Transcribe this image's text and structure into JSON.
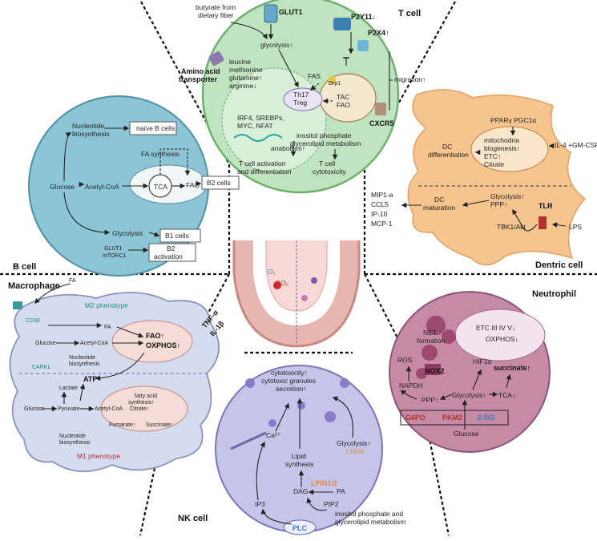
{
  "colors": {
    "bcell": "#8cc6d6",
    "tcell": "#bfe4bf",
    "dc": "#f6c48e",
    "neutrophil": "#c68aa6",
    "nkcell": "#c7c4ea",
    "macrophage": "#d6dcf0",
    "orange_text": "#e08a3c",
    "red_text": "#c2302a",
    "teal_text": "#1a8a7a",
    "blue_text": "#2f7fc0"
  },
  "sections": {
    "tcell": "T cell",
    "bcell": "B cell",
    "dc": "Dentric cell",
    "neutrophil": "Neutrophil",
    "macrophage": "Macrophage",
    "nkcell": "NK cell"
  },
  "tcell": {
    "butyrate": "butyrate from",
    "dietary": "dietary fiber",
    "glut1": "GLUT1",
    "p2y11": "P2Y11↓",
    "p2x4": "P2X4↑",
    "glycolysis": "glycolysis↑",
    "aa_transporter": "Amino acid",
    "aa_transporter2": "transporter",
    "leucine": "leucine",
    "methionine": "methionine",
    "glutamine": "glutamine↑",
    "arginine": "arginine↓",
    "fas": "FAS",
    "th17": "Th17",
    "treg": "Treg",
    "tac": "TAC",
    "fao": "FAO",
    "drp1": "Drp1",
    "migration": "migration↑",
    "cxcr5": "CXCR5",
    "irf4": "IRF4, SREBPs,",
    "myc": "MYC, NFAT",
    "anabolism": "anabolism↑",
    "activation1": "T cell activation",
    "activation2": "and differentiation",
    "inositol1": "inositol phosphate",
    "inositol2": "glycerolipid metabolism",
    "cytotox1": "T cell",
    "cytotox2": "cytotoxicity"
  },
  "bcell": {
    "nucleotide1": "Nucleotide",
    "nucleotide2": "biosynthesis",
    "naive": "naïve B cells",
    "fa_synth": "FA synthesis",
    "glucose": "Glucose",
    "acetyl": "Acetyl-CoA",
    "tca": "TCA",
    "fao": "FAO",
    "b2cells": "B2 cells",
    "glycolysis": "Glycolysis",
    "b1cells": "B1 cells",
    "glut1": "GLUT1",
    "mtorc1": "mTORC1",
    "b2": "B2",
    "activation": "activation"
  },
  "dc": {
    "ppar": "PPARγ PGC1α",
    "mito1": "mitochodria",
    "mito2": "biogenesis↑",
    "etc": "ETC↑",
    "citrate": "Citrate",
    "il4": "IL-4 +GM-CSF",
    "dcdiff1": "DC",
    "dcdiff2": "differentiation",
    "mip": "MIP1-a",
    "ccl5": "CCL5",
    "ip10": "IP-10",
    "mcp1": "MCP-1",
    "dcmat1": "DC",
    "dcmat2": "maturation",
    "glycolysis": "Glycolysis↑",
    "ppp": "PPP↑",
    "tlr": "TLR",
    "lps": "LPS",
    "tbk": "TBK1/Akt"
  },
  "macrophage": {
    "fa_top": "FA",
    "m2": "M2 phenotype",
    "cd36": "CD36",
    "fa": "FA",
    "fao": "FAO↑",
    "oxphos": "OXPHOS↑",
    "glucose": "Glucose",
    "acetyl": "Acetyl-CoA",
    "carkl": "CARKL",
    "nucleotide": "Nucleotide",
    "biosynth": "biosynthesis",
    "atp": "ATP",
    "lactate": "Lactate",
    "fatty1": "fatty acid",
    "fatty2": "synthesis↑",
    "glucose2": "Glucose",
    "pyruvate": "Pyruvate",
    "acetyl2": "Acetyl-CoA",
    "citrate": "Citrate↑",
    "fumarate": "Fumarate↑",
    "succinate": "Succinate↑",
    "nucleotide2": "Nucleotide",
    "biosynth2": "biosynthesis",
    "m1": "M1 phenotype",
    "tnf": "TNF-α",
    "il1b": "IL-1β"
  },
  "center": {
    "o2": "O₂",
    "co2": "CO₂"
  },
  "neutrophil": {
    "etc": "ETC III IV V↓",
    "oxphos": "OXPHOS↓",
    "net1": "NET",
    "net2": "formation",
    "ros": "ROS",
    "nox2": "NOX2",
    "hif": "HIF1α",
    "succinate": "succinate↑",
    "nadph": "NAPDH",
    "ppp": "PPP↑",
    "glycolysis": "Glycolysis↑",
    "tca": "TCA↓",
    "g6pd": "G6PD",
    "pkm2": "PKM2",
    "dg": "2-DG",
    "glucose": "Glucose"
  },
  "nkcell": {
    "cytotox": "cytotoxicity↑",
    "granules": "cytotoxic granules",
    "secretion": "secretion↑",
    "ca": "Ca²⁺",
    "lipid1": "Lipid",
    "lipid2": "synthesis",
    "glycolysis": "Glycolysis↑",
    "ldha": "LDHA",
    "lpin": "LPIN1/2",
    "dag": "DAG",
    "pa": "PA",
    "ip3": "IP3",
    "pip2": "PIP2",
    "plc": "PLC",
    "inositol1": "inositol phosphate and",
    "inositol2": "glycerolipid metabolism"
  }
}
